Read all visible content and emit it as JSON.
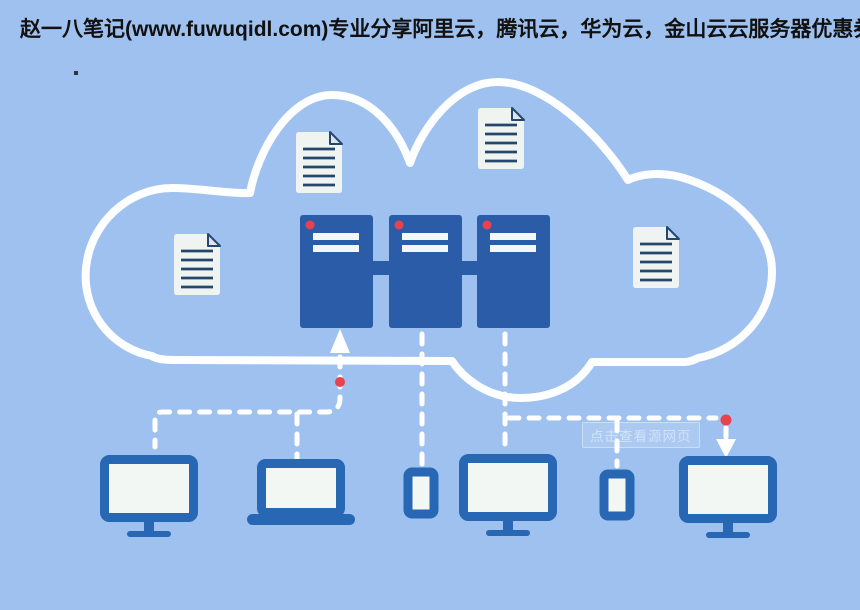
{
  "title": {
    "text": "赵一八笔记(www.fuwuqidl.com)专业分享阿里云，腾讯云，华为云，金山云云服务器优惠券"
  },
  "watermark": {
    "text": "点击查看源网页"
  },
  "artifacts": {
    "stray_dot": "."
  },
  "colors": {
    "background": "#9fc1ef",
    "cloud_outline": "#fdfeff",
    "server_blue": "#2b5ca8",
    "device_blue": "#2767b3",
    "screen_white": "#f3f7f3",
    "document_white": "#f0f4f0",
    "document_line": "#26476d",
    "fold_shade": "#dce6ec",
    "accent_red": "#e9424e",
    "title_color": "#111111",
    "dash_white": "#ffffff"
  },
  "icons": {
    "cloud": "cloud-outline-icon",
    "documents": [
      "document-icon",
      "document-icon",
      "document-icon",
      "document-icon"
    ],
    "servers": [
      "server-icon",
      "server-icon",
      "server-icon"
    ],
    "devices": [
      "desktop-monitor-icon",
      "laptop-icon",
      "smartphone-icon",
      "desktop-monitor-icon",
      "smartphone-icon",
      "desktop-monitor-icon"
    ],
    "markers": [
      "up-arrow-icon",
      "down-arrow-icon",
      "red-dot",
      "red-dot"
    ]
  }
}
